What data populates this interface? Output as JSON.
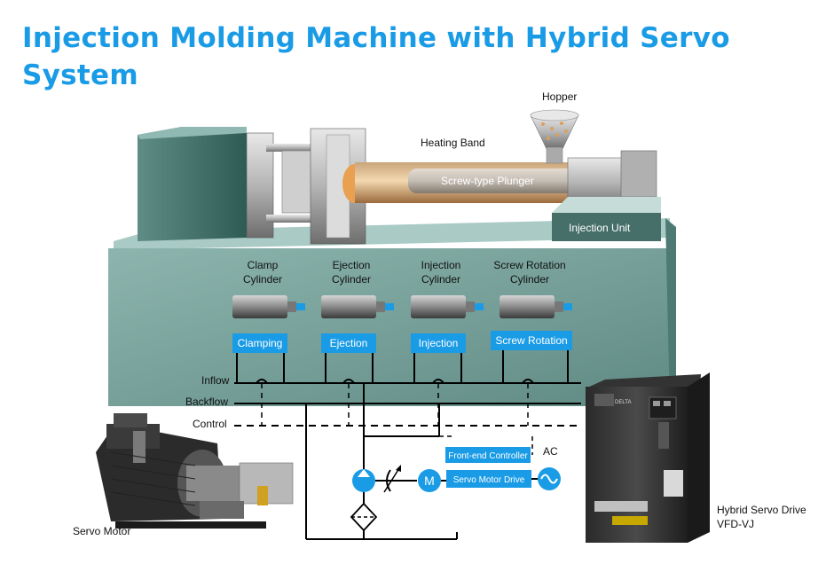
{
  "title": "Injection Molding Machine with Hybrid Servo System",
  "machine": {
    "hopper_label": "Hopper",
    "heating_band_label": "Heating Band",
    "plunger_label": "Screw-type Plunger",
    "injection_unit_label": "Injection Unit"
  },
  "cylinders": [
    {
      "name_line1": "Clamp",
      "name_line2": "Cylinder",
      "function": "Clamping"
    },
    {
      "name_line1": "Ejection",
      "name_line2": "Cylinder",
      "function": "Ejection"
    },
    {
      "name_line1": "Injection",
      "name_line2": "Cylinder",
      "function": "Injection"
    },
    {
      "name_line1": "Screw Rotation",
      "name_line2": "Cylinder",
      "function": "Screw Rotation"
    }
  ],
  "lines": {
    "inflow": "Inflow",
    "backflow": "Backflow",
    "control": "Control"
  },
  "control_system": {
    "front_end_controller": "Front-end Controller",
    "servo_motor_drive": "Servo Motor Drive",
    "motor_symbol": "M",
    "ac_label": "AC"
  },
  "servo_motor_label": "Servo Motor",
  "drive": {
    "label_line1": "Hybrid Servo Drive",
    "label_line2": "VFD-VJ",
    "brand": "DELTA"
  },
  "colors": {
    "title": "#1a9be6",
    "accent_box": "#1a9be6",
    "teal_body": "#6f9a93",
    "teal_top": "#a9cac5"
  }
}
